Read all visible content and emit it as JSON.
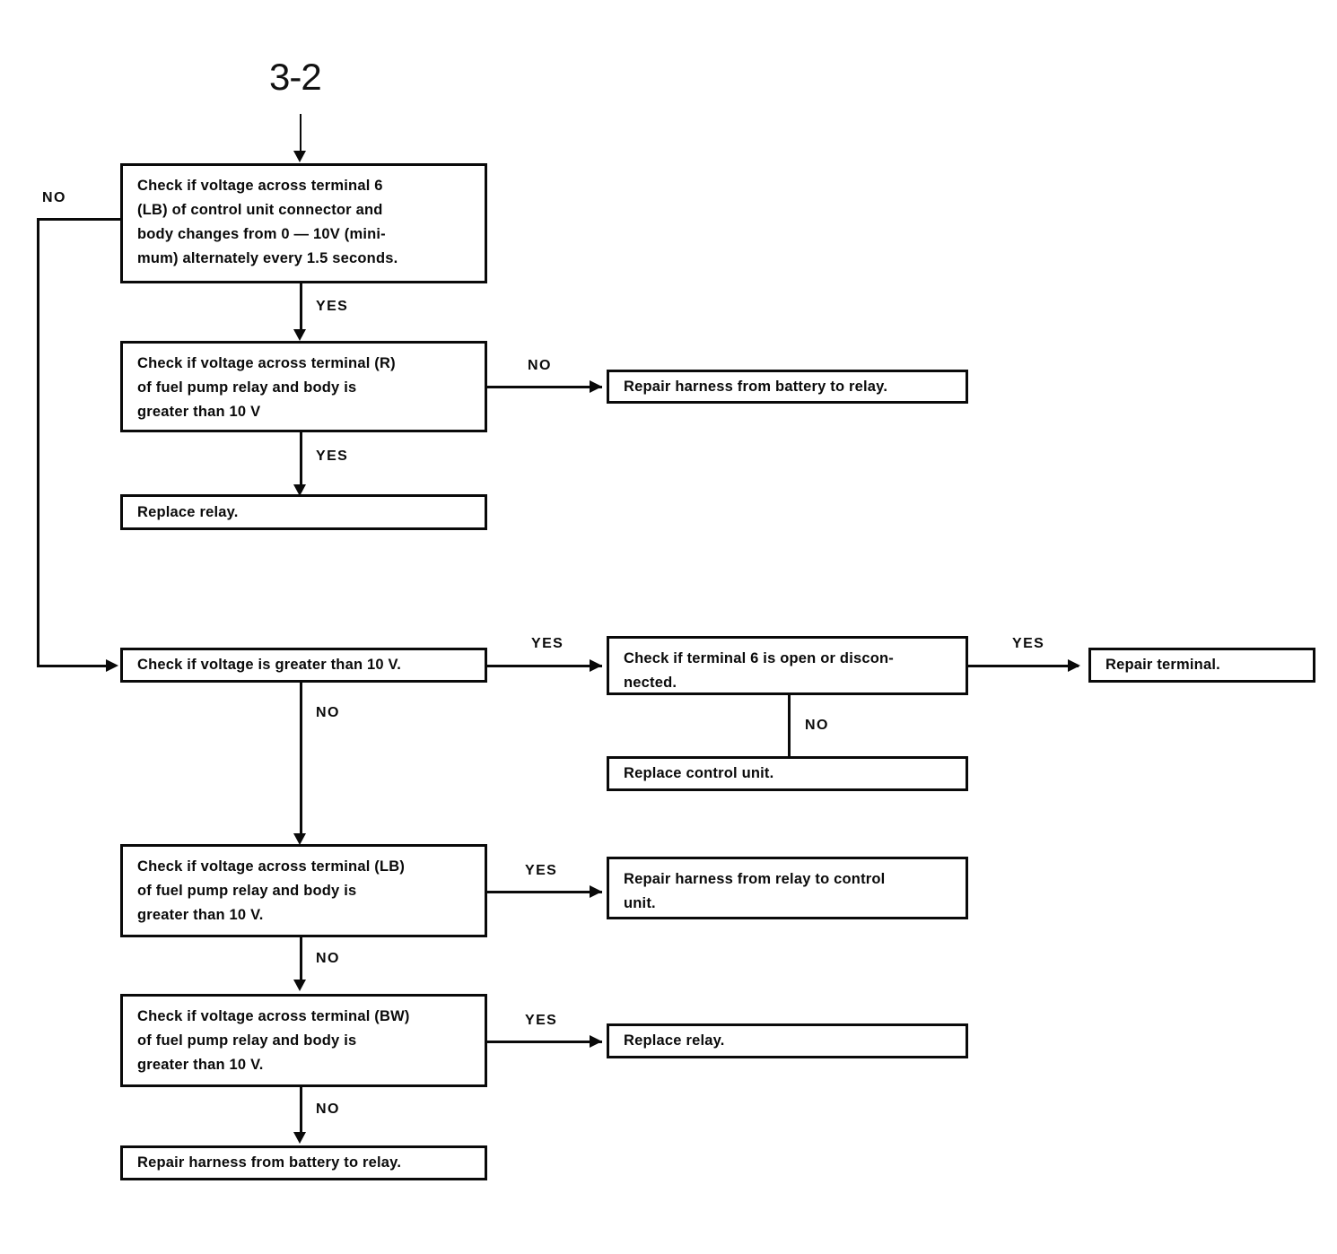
{
  "diagram": {
    "type": "flowchart",
    "entry_reference": "3-2",
    "nodes": {
      "check_terminal6_lb": "Check if voltage across terminal 6\n(LB) of control unit connector and\nbody changes from 0 — 10V (mini-\nmum) alternately every 1.5 seconds.",
      "check_terminal_r": "Check if voltage across terminal (R)\nof fuel pump relay and body is\ngreater than 10 V",
      "replace_relay_top": "Replace relay.",
      "repair_harness_battery_relay_top": "Repair harness from battery to relay.",
      "check_voltage_gt10": "Check if voltage is greater than 10 V.",
      "check_terminal6_open": "Check if terminal 6 is open or discon-\nnected.",
      "repair_terminal": "Repair terminal.",
      "replace_control_unit": "Replace control unit.",
      "check_terminal_lb": "Check if voltage across terminal (LB)\nof fuel pump relay and body is\ngreater than 10 V.",
      "repair_harness_relay_control": "Repair harness from relay to control\nunit.",
      "check_terminal_bw": "Check if voltage across terminal (BW)\nof fuel pump relay and body is\ngreater than 10 V.",
      "replace_relay_bottom": "Replace relay.",
      "repair_harness_battery_relay_bottom": "Repair harness from battery to relay."
    },
    "branch_labels": {
      "no_from_terminal6_lb": "NO",
      "yes_terminal6_lb_to_terminal_r": "YES",
      "no_terminal_r_to_repair_harness": "NO",
      "yes_terminal_r_to_replace_relay": "YES",
      "yes_voltage_to_terminal_open": "YES",
      "no_voltage_to_check_lb": "NO",
      "yes_terminal_open_to_repair_terminal": "YES",
      "no_terminal_open_to_replace_control": "NO",
      "yes_lb_to_repair_harness_control": "YES",
      "no_lb_to_check_bw": "NO",
      "yes_bw_to_replace_relay": "YES",
      "no_bw_to_repair_harness": "NO"
    },
    "colors": {
      "ink": "#0a0a0a",
      "paper": "#ffffff"
    }
  }
}
